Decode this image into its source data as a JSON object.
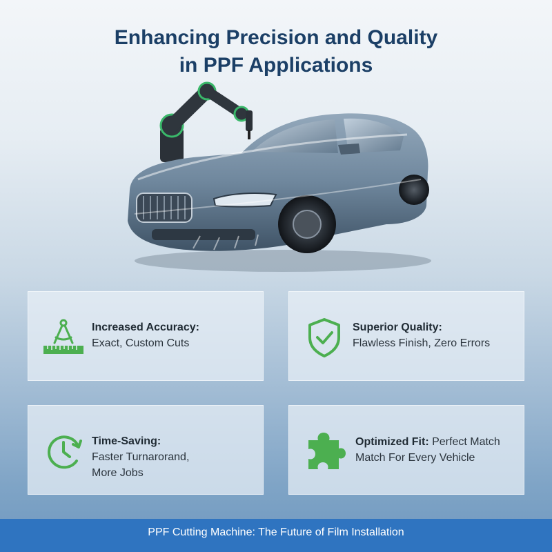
{
  "title": {
    "line1": "Enhancing Precision and Quality",
    "line2": "in PPF Applications"
  },
  "features": [
    {
      "heading": "Increased Accuracy:",
      "line1": "Exact, Custom Cuts",
      "icon": "compass-ruler-icon"
    },
    {
      "heading": "Superior Quality:",
      "line1": "Flawless Finish, Zero Errors",
      "icon": "shield-check-icon"
    },
    {
      "heading": "Time-Saving:",
      "line1": "Faster Turnarorand,",
      "line2": "More Jobs",
      "icon": "clock-arrow-icon"
    },
    {
      "heading": "Optimized Fit:",
      "heading_rest": " Perfect Match",
      "line1": "Match For Every Vehicle",
      "icon": "puzzle-piece-icon"
    }
  ],
  "footer": {
    "text": "PPF Cutting Machine: The Future of Film Installation"
  },
  "colors": {
    "title": "#1b3f66",
    "icon_green": "#4caf50",
    "footer_bg": "#2f74c0"
  }
}
